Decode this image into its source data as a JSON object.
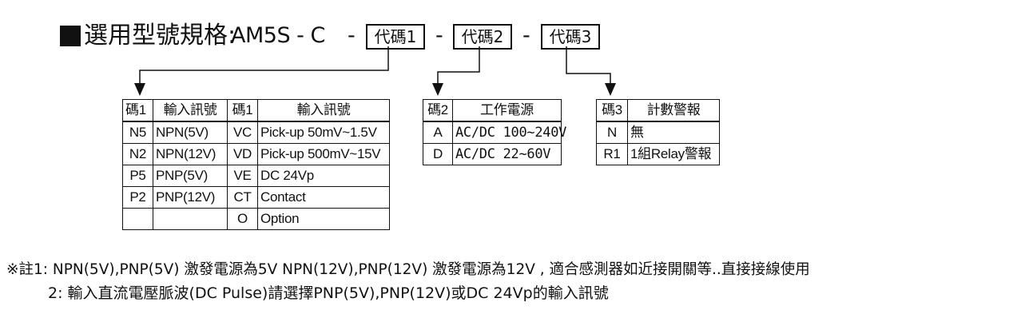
{
  "header": {
    "title": "選用型號規格:",
    "model": "AM5S - C",
    "dash": "-",
    "codes": [
      "代碼1",
      "代碼2",
      "代碼3"
    ]
  },
  "table1": {
    "headers": [
      "碼1",
      "輸入訊號",
      "碼1",
      "輸入訊號"
    ],
    "rows": [
      [
        "N5",
        "NPN(5V)",
        "VC",
        "Pick-up 50mV~1.5V"
      ],
      [
        "N2",
        "NPN(12V)",
        "VD",
        "Pick-up 500mV~15V"
      ],
      [
        "P5",
        "PNP(5V)",
        "VE",
        "DC 24Vp"
      ],
      [
        "P2",
        "PNP(12V)",
        "CT",
        "Contact"
      ],
      [
        "",
        "",
        "O",
        "Option"
      ]
    ]
  },
  "table2": {
    "headers": [
      "碼2",
      "工作電源"
    ],
    "rows": [
      [
        "A",
        "AC/DC 100~240V"
      ],
      [
        "D",
        "AC/DC 22~60V"
      ]
    ]
  },
  "table3": {
    "headers": [
      "碼3",
      "計數警報"
    ],
    "rows": [
      [
        "N",
        "無"
      ],
      [
        "R1",
        "1組Relay警報"
      ]
    ]
  },
  "notes": {
    "note1": "※註1: NPN(5V),PNP(5V) 激發電源為5V NPN(12V),PNP(12V) 激發電源為12V , 適合感測器如近接開關等..直接接線使用",
    "note2": "2: 輸入直流電壓脈波(DC Pulse)請選擇PNP(5V),PNP(12V)或DC 24Vp的輸入訊號"
  }
}
